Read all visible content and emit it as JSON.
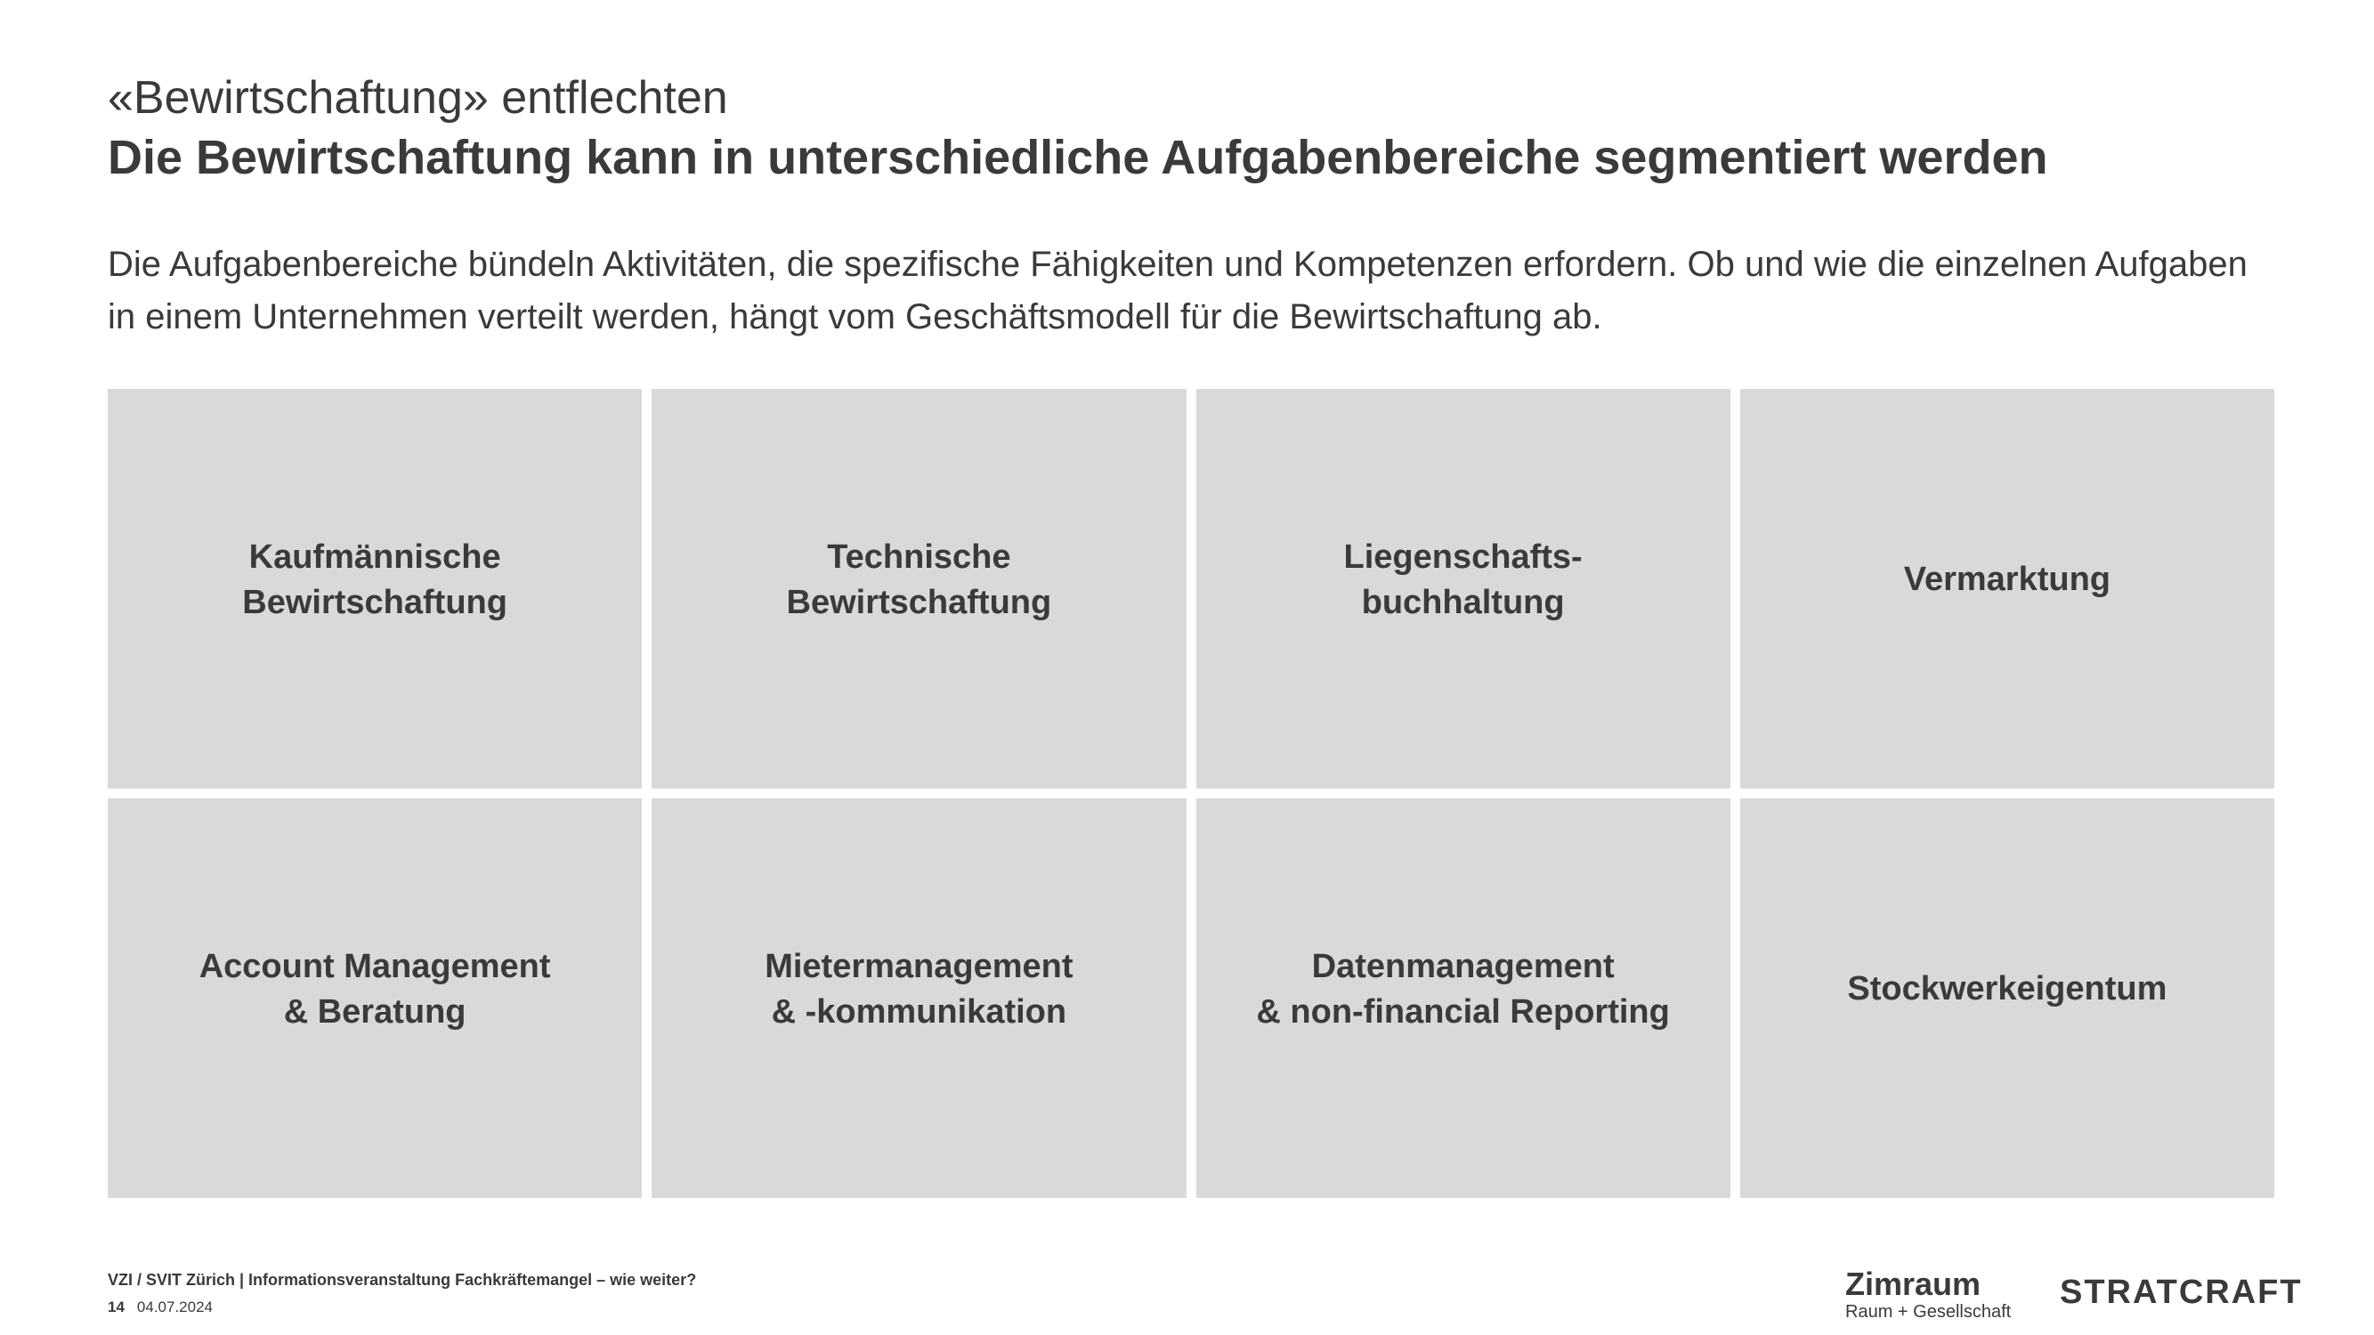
{
  "slide": {
    "kicker": "«Bewirtschaftung» entflechten",
    "headline": "Die Bewirtschaftung kann in unterschiedliche Aufgabenbereiche segmentiert werden",
    "lead": "Die Aufgabenbereiche bündeln Aktivitäten, die spezifische Fähigkeiten und Kompetenzen erfordern. Ob und wie die einzelnen Aufgaben in einem Unternehmen verteilt werden, hängt vom Geschäftsmodell für die Bewirtschaftung ab."
  },
  "tiles": [
    {
      "label": "Kaufmännische\nBewirtschaftung"
    },
    {
      "label": "Technische\nBewirtschaftung"
    },
    {
      "label": "Liegenschafts-\nbuchhaltung"
    },
    {
      "label": "Vermarktung"
    },
    {
      "label": "Account Management\n& Beratung"
    },
    {
      "label": "Mietermanagement\n& -kommunikation"
    },
    {
      "label": "Datenmanagement\n& non-financial Reporting"
    },
    {
      "label": "Stockwerkeigentum"
    }
  ],
  "footer": {
    "event": "VZI / SVIT Zürich | Informationsveranstaltung Fachkräftemangel – wie weiter?",
    "page_number": "14",
    "date": "04.07.2024"
  },
  "logos": {
    "zimraum_name": "Zimraum",
    "zimraum_tagline": "Raum + Gesellschaft",
    "stratcraft": "STRATCRAFT"
  },
  "colors": {
    "text": "#3a3a3a",
    "tile_background": "#d9d9d9",
    "background": "#ffffff"
  }
}
